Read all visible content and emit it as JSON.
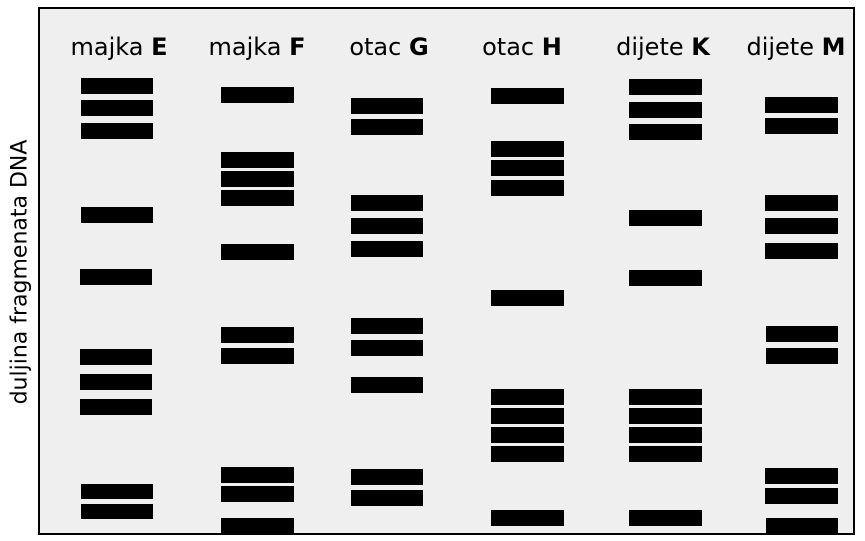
{
  "y_axis_label": "duljina fragmenata DNA",
  "lanes": [
    {
      "name": "majka",
      "id": "E"
    },
    {
      "name": "majka",
      "id": "F"
    },
    {
      "name": "otac",
      "id": "G"
    },
    {
      "name": "otac",
      "id": "H"
    },
    {
      "name": "dijete",
      "id": "K"
    },
    {
      "name": "dijete",
      "id": "M"
    }
  ]
}
